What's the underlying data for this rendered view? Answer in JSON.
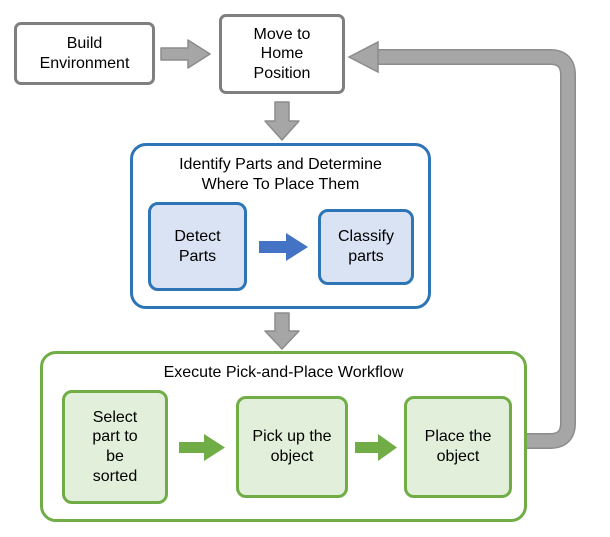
{
  "colors": {
    "gray_border": "#7F7F7F",
    "gray_arrow": "#A6A6A6",
    "gray_edge": "#8C8C8C",
    "blue_border": "#2E75B6",
    "blue_fill": "#DAE3F3",
    "blue_arrow": "#4472C4",
    "green_border": "#70AD47",
    "green_fill": "#E2EFDA",
    "text": "#000000"
  },
  "nodes": {
    "build_environment": "Build\nEnvironment",
    "move_to_home": "Move to\nHome\nPosition",
    "detect_parts": "Detect\nParts",
    "classify_parts": "Classify\nparts",
    "select_part": "Select\npart to\nbe\nsorted",
    "pick_up": "Pick up the\nobject",
    "place_object": "Place the\nobject"
  },
  "groups": {
    "identify_title": "Identify Parts and Determine\nWhere To Place Them",
    "execute_title": "Execute Pick-and-Place Workflow"
  }
}
